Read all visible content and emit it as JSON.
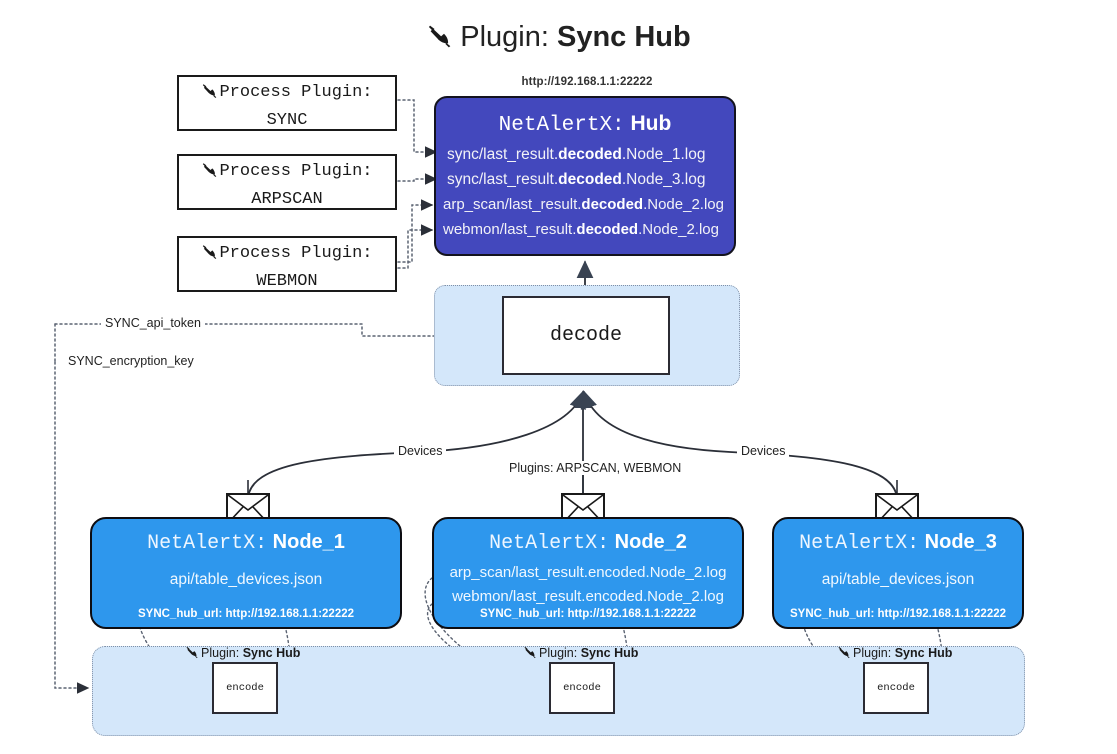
{
  "title": {
    "icon": "plug-icon",
    "prefix": "Plugin:",
    "name": "Sync Hub"
  },
  "process_plugins": [
    {
      "icon": "plug-icon",
      "line1": "Process Plugin:",
      "line2": "SYNC"
    },
    {
      "icon": "plug-icon",
      "line1": "Process Plugin:",
      "line2": "ARPSCAN"
    },
    {
      "icon": "plug-icon",
      "line1": "Process Plugin:",
      "line2": "WEBMON"
    }
  ],
  "hub": {
    "url": "http://192.168.1.1:22222",
    "title_prefix": "NetAlertX:",
    "title_name": "Hub",
    "logs": [
      {
        "pre": "sync/last_result.",
        "bold": "decoded",
        "post": ".Node_1.log"
      },
      {
        "pre": "sync/last_result.",
        "bold": "decoded",
        "post": ".Node_3.log"
      },
      {
        "pre": "arp_scan/last_result.",
        "bold": "decoded",
        "post": ".Node_2.log"
      },
      {
        "pre": "webmon/last_result.",
        "bold": "decoded",
        "post": ".Node_2.log"
      }
    ]
  },
  "decode": {
    "label": "decode"
  },
  "edge_labels": {
    "api_token": "SYNC_api_token",
    "encryption_key": "SYNC_encryption_key",
    "devices_left": "Devices",
    "devices_right": "Devices",
    "plugins": "Plugins: ARPSCAN, WEBMON"
  },
  "nodes": [
    {
      "title_prefix": "NetAlertX:",
      "title_name": "Node_1",
      "lines": [
        "api/table_devices.json"
      ],
      "footer": "SYNC_hub_url: http://192.168.1.1:22222"
    },
    {
      "title_prefix": "NetAlertX:",
      "title_name": "Node_2",
      "lines": [
        "arp_scan/last_result.encoded.Node_2.log",
        "webmon/last_result.encoded.Node_2.log"
      ],
      "footer": "SYNC_hub_url: http://192.168.1.1:22222"
    },
    {
      "title_prefix": "NetAlertX:",
      "title_name": "Node_3",
      "lines": [
        "api/table_devices.json"
      ],
      "footer": "SYNC_hub_url: http://192.168.1.1:22222"
    }
  ],
  "encoders": [
    {
      "icon": "plug-icon",
      "label_prefix": "Plugin:",
      "label_name": "Sync Hub",
      "box": "encode"
    },
    {
      "icon": "plug-icon",
      "label_prefix": "Plugin:",
      "label_name": "Sync Hub",
      "box": "encode"
    },
    {
      "icon": "plug-icon",
      "label_prefix": "Plugin:",
      "label_name": "Sync Hub",
      "box": "encode"
    }
  ],
  "colors": {
    "hub_fill": "#4348bd",
    "node_fill": "#2e97ed",
    "group_fill": "#d4e7fa",
    "stroke": "#1a1a1a",
    "background": "#ffffff"
  }
}
